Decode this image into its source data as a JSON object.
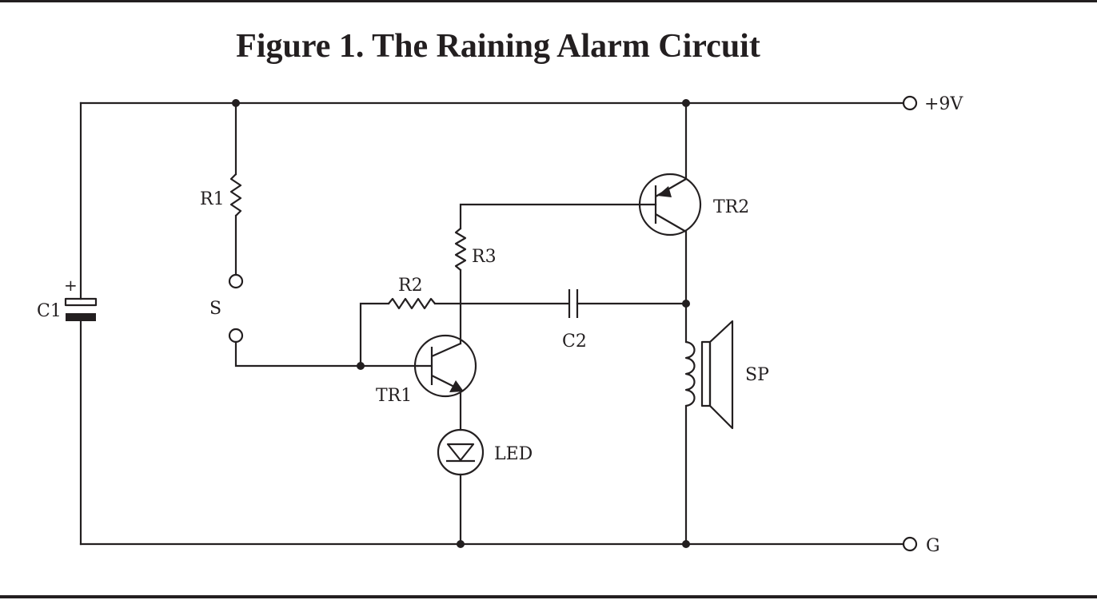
{
  "title": "Figure 1. The Raining Alarm Circuit",
  "terminals": {
    "positive": "+9V",
    "ground": "G"
  },
  "components": {
    "c1": "C1",
    "c1_polarity": "+",
    "r1": "R1",
    "switch": "S",
    "r2": "R2",
    "r3": "R3",
    "c2": "C2",
    "tr1": "TR1",
    "tr2": "TR2",
    "led": "LED",
    "speaker": "SP"
  },
  "colors": {
    "ink": "#231f20",
    "background": "#ffffff"
  }
}
